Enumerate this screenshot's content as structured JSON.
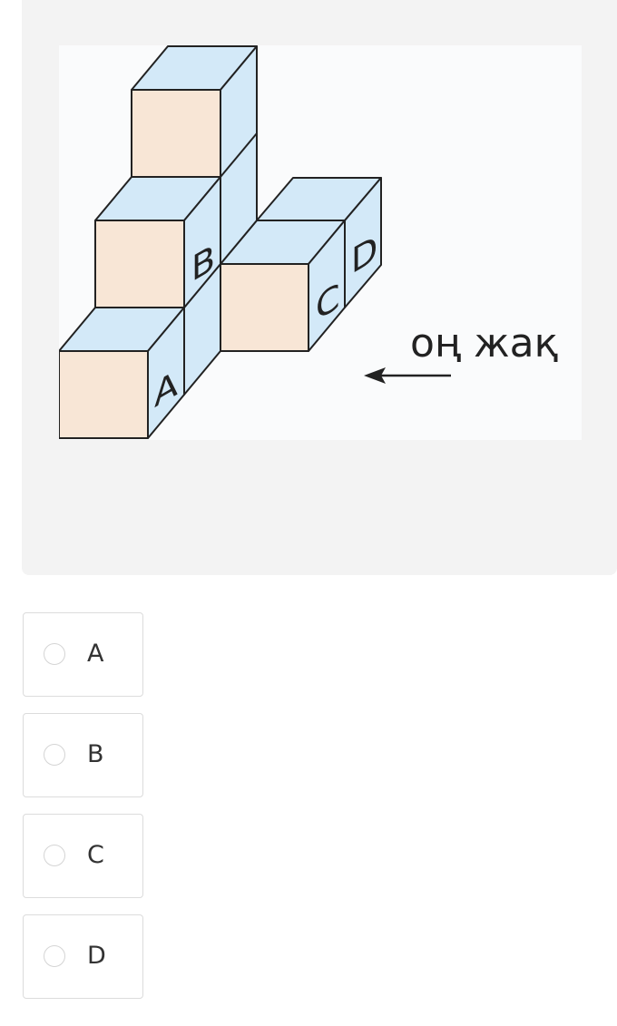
{
  "question": {
    "figure": {
      "direction_label": "оң жақ",
      "cube_labels": [
        "A",
        "B",
        "C",
        "D"
      ],
      "colors": {
        "front_face": "#f8e6d6",
        "side_face": "#d3e9f8",
        "outline": "#222222",
        "frame_bg": "#fafbfc",
        "card_bg": "#f3f3f3"
      }
    }
  },
  "options": [
    {
      "label": "A"
    },
    {
      "label": "B"
    },
    {
      "label": "C"
    },
    {
      "label": "D"
    }
  ]
}
